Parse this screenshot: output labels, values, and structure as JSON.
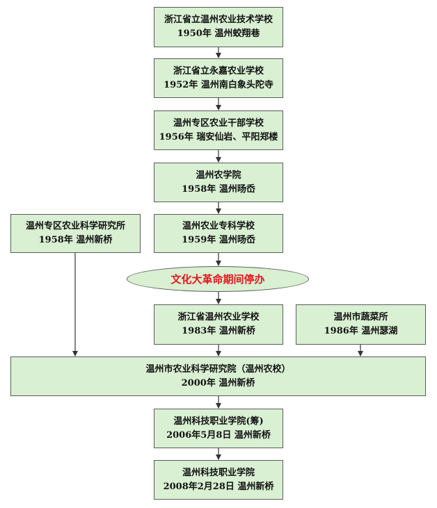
{
  "nodes": [
    {
      "id": "zj-agri-tech-school",
      "line1": "浙江省立温州农业技术学校",
      "line2": "1950年  温州蛟翔巷"
    },
    {
      "id": "yongjia-agri-school",
      "line1": "浙江省立永嘉农业学校",
      "line2": "1952年  温州南白象头陀寺"
    },
    {
      "id": "cadre-school",
      "line1": "温州专区农业干部学校",
      "line2": "1956年 瑞安仙岩、平阳郑楼"
    },
    {
      "id": "agri-college",
      "line1": "温州农学院",
      "line2": "1958年   温州旸岙"
    },
    {
      "id": "agri-institute",
      "line1": "温州专区农业科学研究所",
      "line2": "1958年     温州新桥"
    },
    {
      "id": "agri-vocational-school",
      "line1": "温州农业专科学校",
      "line2": "1959年   温州旸岙"
    },
    {
      "id": "zj-wz-agri-school",
      "line1": "浙江省温州农业学校",
      "line2": "1983年  温州新桥"
    },
    {
      "id": "vegetable-institute",
      "line1": "温州市蔬菜所",
      "line2": "1986年  温州瑟湖"
    },
    {
      "id": "agri-academy",
      "line1": "温州市农业科学研究院（温州农校）",
      "line2": "2000年   温州新桥"
    },
    {
      "id": "vtc-prep",
      "line1": "温州科技职业学院(筹)",
      "line2": "2006年5月8日  温州新桥"
    },
    {
      "id": "vtc",
      "line1": "温州科技职业学院",
      "line2": "2008年2月28日  温州新桥"
    }
  ],
  "suspension": {
    "text": "文化大革命期间停办",
    "color": "#e8141b"
  },
  "colors": {
    "box_fill": "#d9f0d3",
    "border": "#5a5a5a",
    "arrow": "#333333"
  }
}
